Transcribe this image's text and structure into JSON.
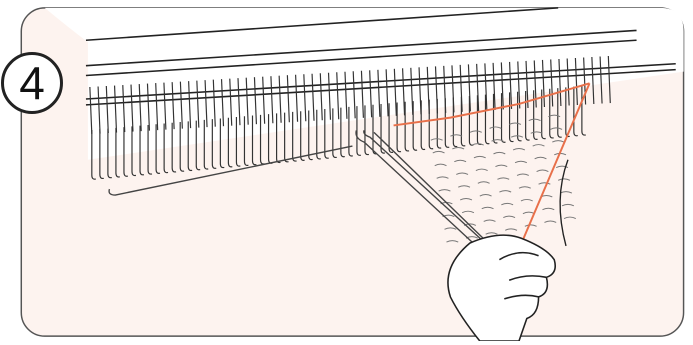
{
  "step": {
    "number": "4"
  },
  "colors": {
    "background": "#ffffff",
    "panel_fill": "#fdf3ef",
    "line": "#333333",
    "yarn_highlight": "#e8704a"
  },
  "icons": [
    "knitting-machine-needle-bed",
    "transfer-tool",
    "hand"
  ]
}
